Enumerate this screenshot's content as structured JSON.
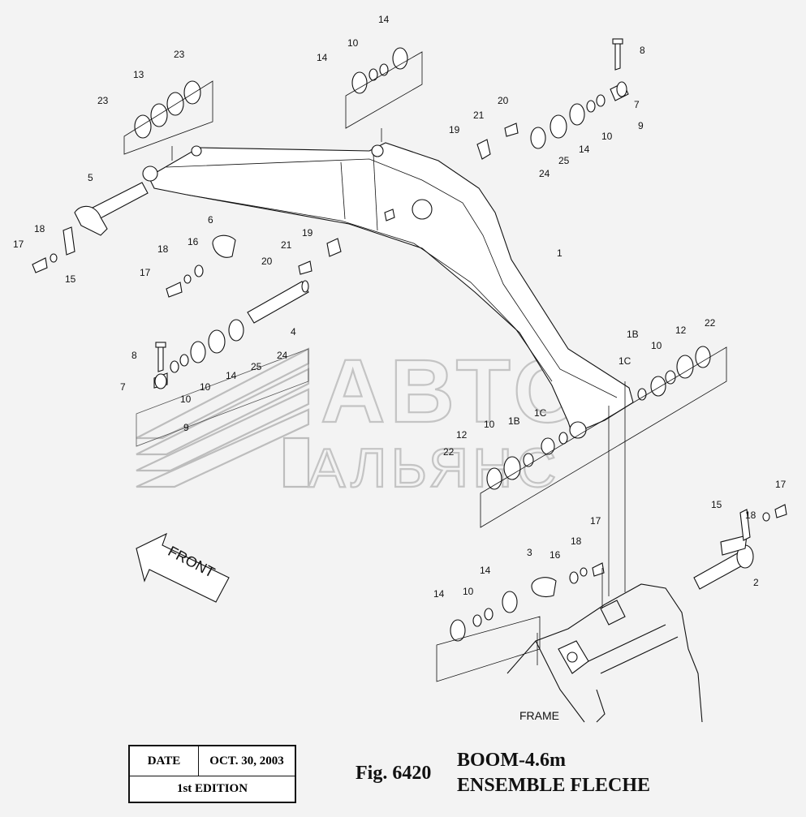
{
  "watermark": {
    "line1": "АВТО",
    "line2": "АЛЬЯНС"
  },
  "front_label": "FRONT",
  "frame_label": "FRAME",
  "title_block": {
    "date_label": "DATE",
    "date_value": "OCT. 30, 2003",
    "edition": "1st EDITION"
  },
  "figure": {
    "number": "Fig. 6420",
    "title_line1": "BOOM-4.6m",
    "title_line2": "ENSEMBLE FLECHE"
  },
  "callouts": [
    "14",
    "10",
    "14",
    "23",
    "13",
    "23",
    "8",
    "7",
    "9",
    "10",
    "14",
    "25",
    "24",
    "21",
    "20",
    "19",
    "5",
    "18",
    "17",
    "15",
    "6",
    "18",
    "16",
    "17",
    "21",
    "19",
    "20",
    "4",
    "1",
    "8",
    "7",
    "10",
    "10",
    "14",
    "25",
    "24",
    "9",
    "1B",
    "10",
    "12",
    "22",
    "1C",
    "12",
    "10",
    "1B",
    "1C",
    "22",
    "17",
    "18",
    "15",
    "2",
    "3",
    "16",
    "18",
    "17",
    "14",
    "10",
    "14"
  ]
}
